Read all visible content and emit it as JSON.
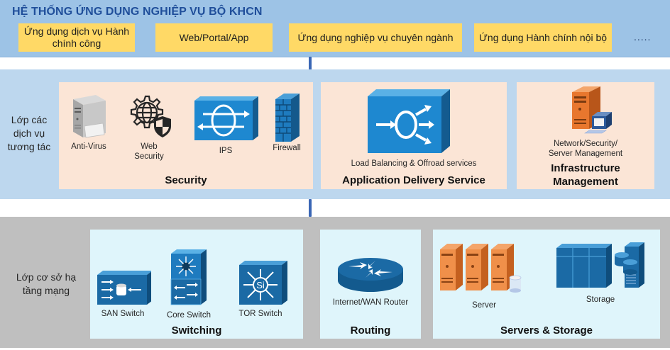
{
  "header": {
    "title": "HỆ THỐNG ỨNG DỤNG NGHIỆP VỤ BỘ KHCN"
  },
  "applications": [
    {
      "label": "Ứng dụng dịch vụ Hành chính công"
    },
    {
      "label": "Web/Portal/App"
    },
    {
      "label": "Ứng dụng nghiệp vụ chuyên ngành"
    },
    {
      "label": "Ứng dụng Hành chính nội bộ"
    }
  ],
  "applications_more": ".....",
  "service_layer": {
    "label": "Lớp các dịch vụ tương tác",
    "groups": {
      "security": {
        "title": "Security",
        "items": [
          {
            "label": "Anti-Virus",
            "icon": "server-antivirus-icon"
          },
          {
            "label": "Web Security",
            "icon": "globe-gear-shield-icon"
          },
          {
            "label": "IPS",
            "icon": "ips-appliance-icon"
          },
          {
            "label": "Firewall",
            "icon": "firewall-brick-icon"
          }
        ]
      },
      "app_delivery": {
        "title": "Application Delivery Service",
        "items": [
          {
            "label": "Load Balancing & Offroad services",
            "icon": "load-balancer-icon"
          }
        ]
      },
      "infra_mgmt": {
        "title": "Infrastructure Management",
        "items": [
          {
            "label": "Network/Security/ Server Management",
            "icon": "management-workstation-icon"
          }
        ]
      }
    }
  },
  "infra_layer": {
    "label": "Lớp cơ sở hạ tầng mạng",
    "groups": {
      "switching": {
        "title": "Switching",
        "items": [
          {
            "label": "SAN Switch",
            "icon": "san-switch-icon"
          },
          {
            "label": "Core Switch",
            "icon": "core-switch-icon"
          },
          {
            "label": "TOR Switch",
            "icon": "tor-switch-icon"
          }
        ]
      },
      "routing": {
        "title": "Routing",
        "items": [
          {
            "label": "Internet/WAN Router",
            "icon": "router-icon"
          }
        ]
      },
      "servers_storage": {
        "title": "Servers & Storage",
        "items": [
          {
            "label": "Server",
            "icon": "server-cluster-icon"
          },
          {
            "label": "Storage",
            "icon": "storage-array-icon"
          }
        ]
      }
    }
  },
  "colors": {
    "title_blue": "#1f4e9a",
    "app_yellow": "#ffd966",
    "apps_band": "#9dc3e6",
    "services_band": "#bdd7ee",
    "infra_band": "#bfbfbf",
    "peach_panel": "#fbe5d6",
    "cyan_panel": "#dff5fb",
    "cisco_blue": "#1b6aa5",
    "server_orange": "#e8772e"
  }
}
